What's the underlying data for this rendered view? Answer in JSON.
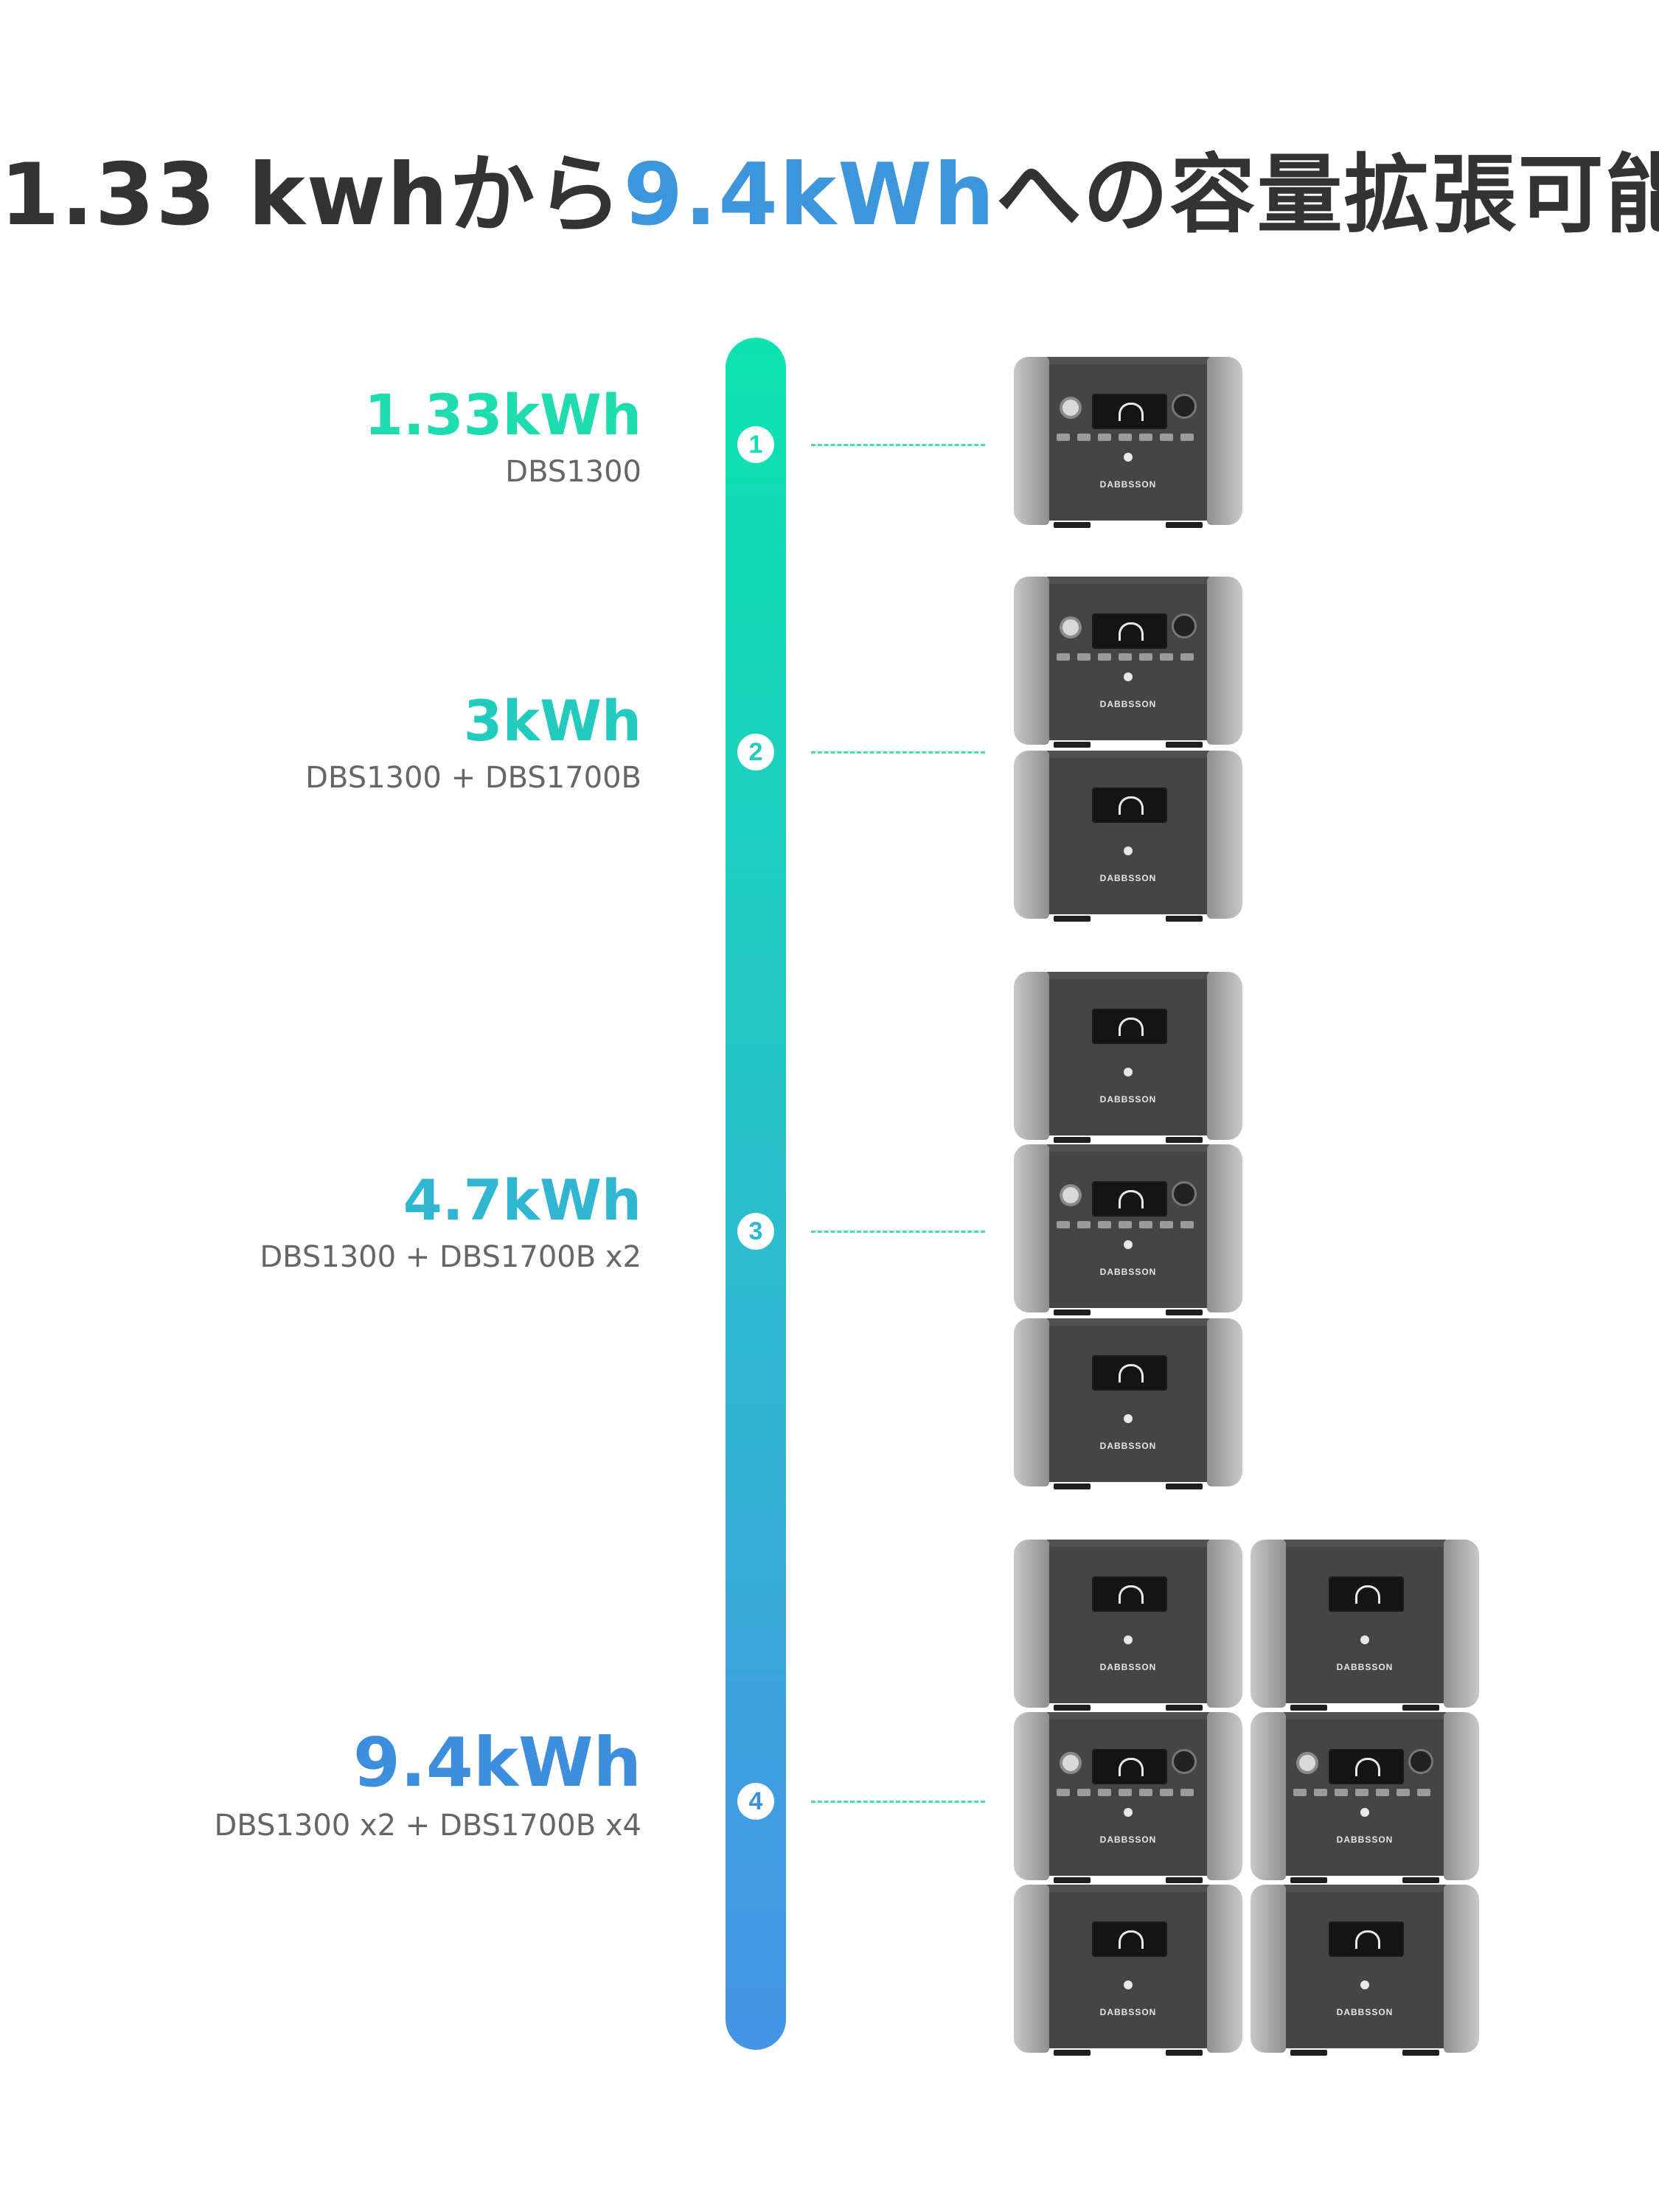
{
  "title": {
    "prefix": "1.33 kwhから",
    "highlight": "9.4kWh",
    "suffix": "への容量拡張可能"
  },
  "colors": {
    "title": "#333333",
    "highlight": "#3d96dc",
    "timeline_top": "#0ce3b1",
    "timeline_bottom": "#4594e6"
  },
  "stages": [
    {
      "number": "1",
      "capacity": "1.33kWh",
      "config": "DBS1300",
      "color": "#1fdcb0"
    },
    {
      "number": "2",
      "capacity": "3kWh",
      "config": "DBS1300 + DBS1700B",
      "color": "#22cbbe"
    },
    {
      "number": "3",
      "capacity": "4.7kWh",
      "config": "DBS1300 + DBS1700B x2",
      "color": "#2fb6d0"
    },
    {
      "number": "4",
      "capacity": "9.4kWh",
      "config": "DBS1300 x2 + DBS1700B x4",
      "color": "#3d8fde"
    }
  ],
  "brand_text": "DABBSSON"
}
